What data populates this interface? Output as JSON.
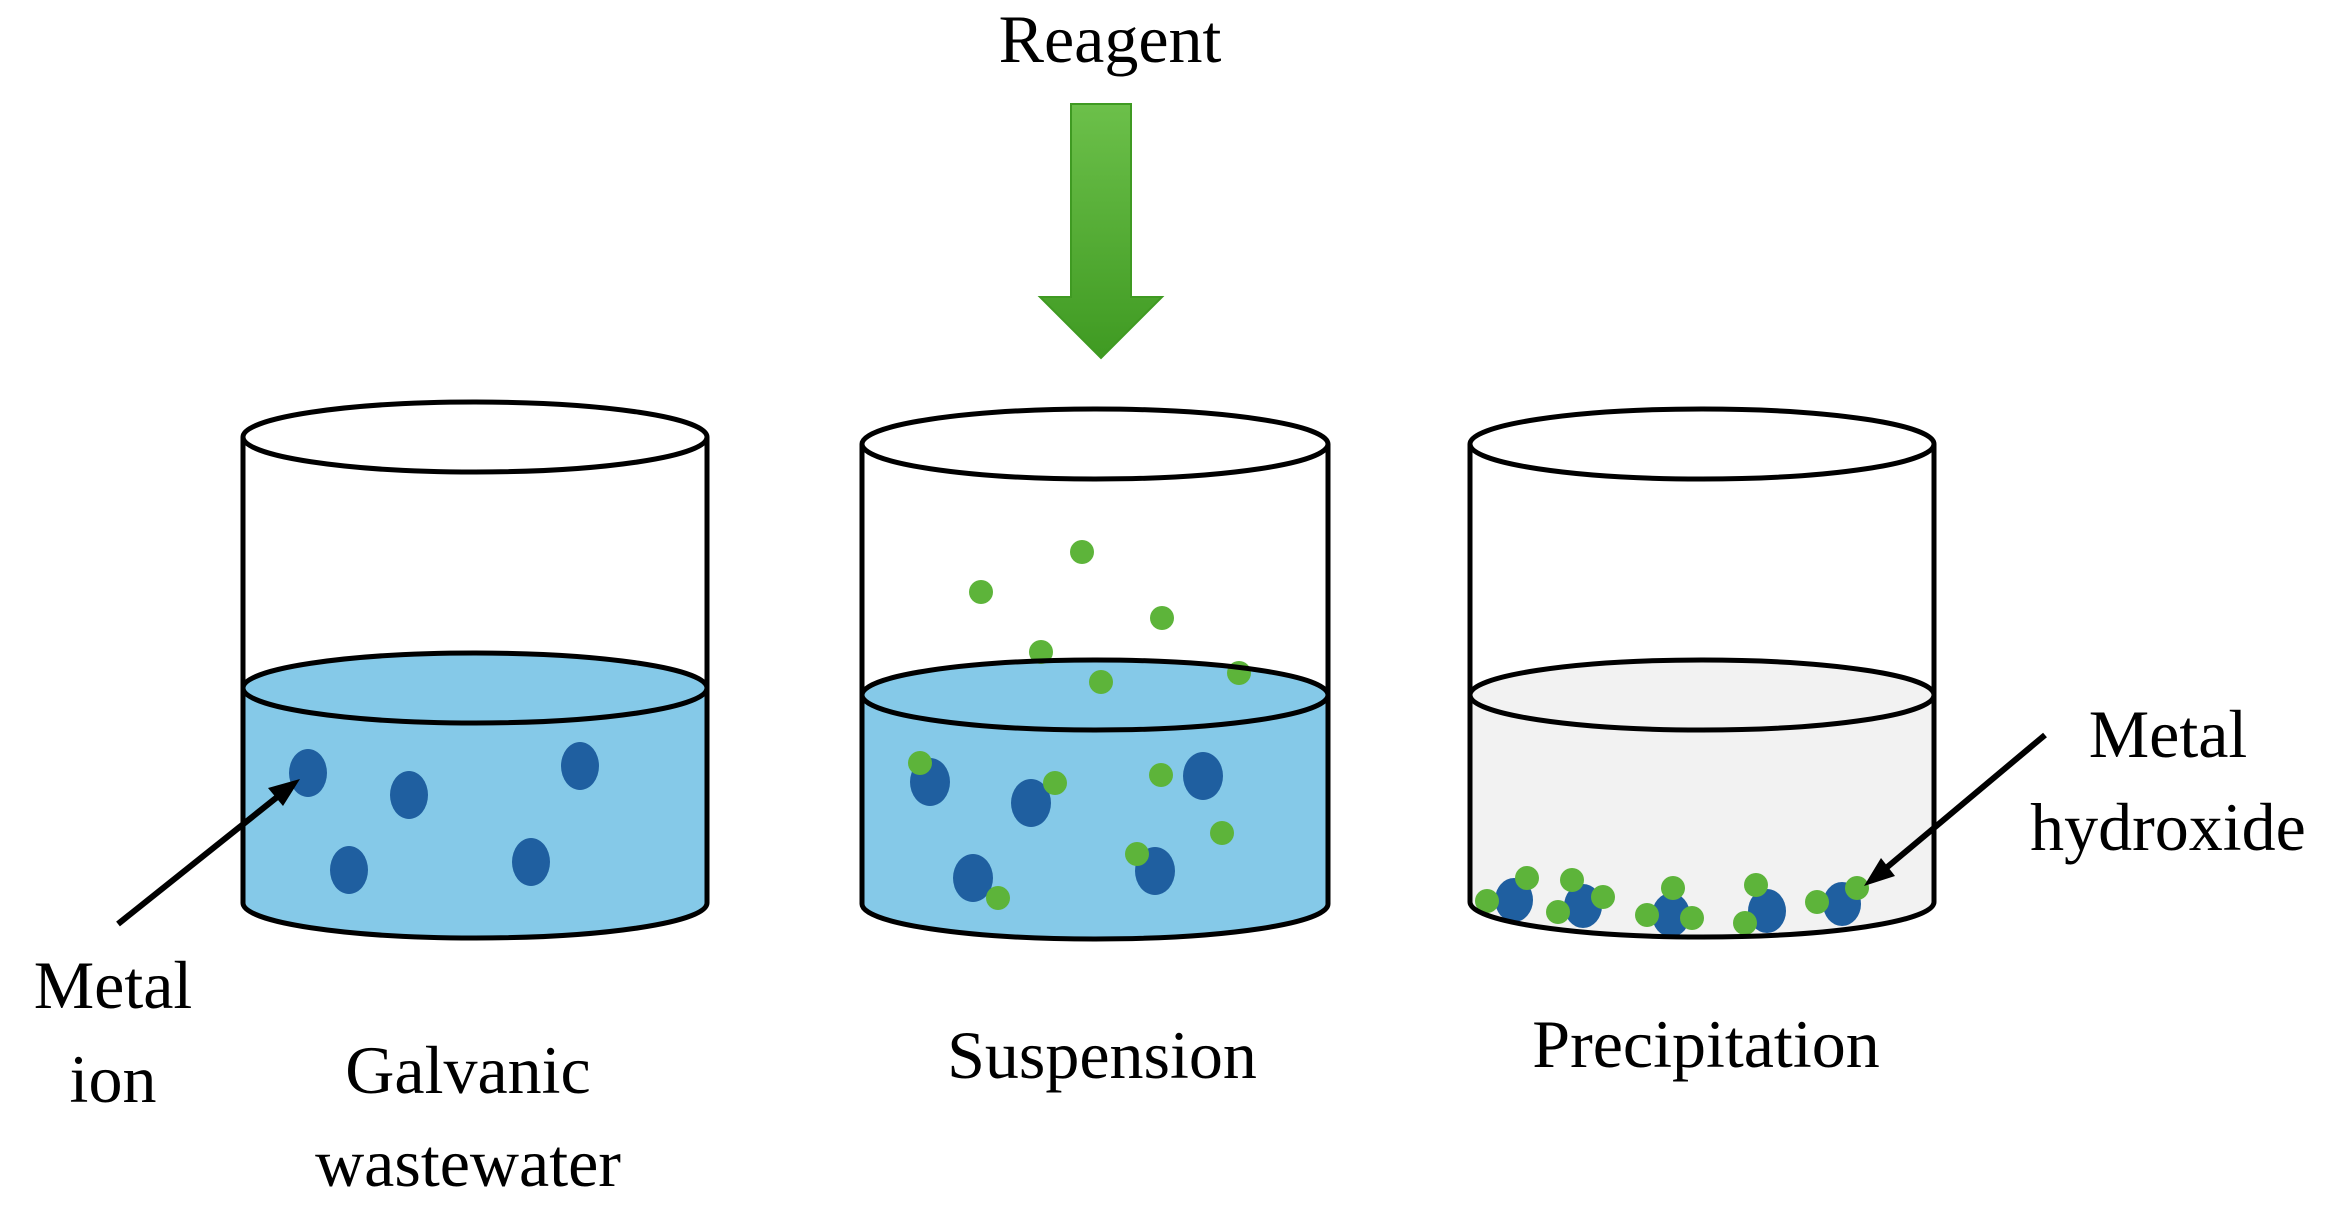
{
  "labels": {
    "reagent": "Reagent",
    "metal_ion_line1": "Metal",
    "metal_ion_line2": "ion",
    "galvanic_line1": "Galvanic",
    "galvanic_line2": "wastewater",
    "suspension": "Suspension",
    "precipitation": "Precipitation",
    "metal_hydroxide_line1": "Metal",
    "metal_hydroxide_line2": "hydroxide"
  },
  "colors": {
    "water": "#85C9E8",
    "metal_ion": "#1F5FA0",
    "reagent_particle": "#5DB43A",
    "reagent_arrow": "#4AA52E",
    "precipitate_liquid": "#F2F2F2",
    "outline": "#000000"
  }
}
